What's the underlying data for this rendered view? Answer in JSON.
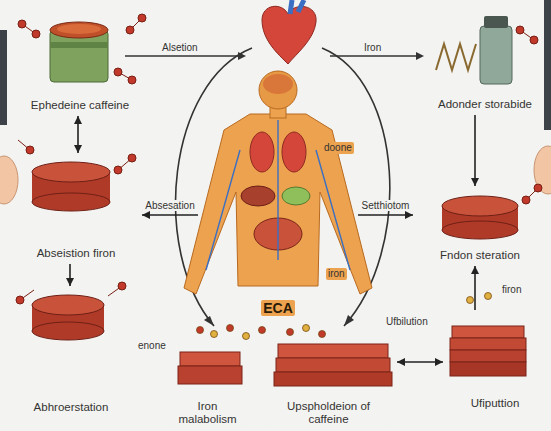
{
  "diagram": {
    "nodes": [
      {
        "text": [
          "Ephedeine caffeine"
        ]
      },
      {
        "text": [
          "Adonder storabide"
        ]
      },
      {
        "text": [
          "ECA"
        ]
      },
      {
        "text": [
          "Abseistion firon"
        ]
      },
      {
        "text": [
          "Fndon steration"
        ]
      },
      {
        "text": [
          "Abhroerstation"
        ]
      },
      {
        "text": [
          "Iron malabolism"
        ]
      },
      {
        "text": [
          "Upspholdeion of caffeine"
        ]
      },
      {
        "text": [
          "Ufiputtion"
        ]
      }
    ],
    "edges": [
      {
        "from": 0,
        "to": 3,
        "arrow": "both"
      },
      {
        "from": 3,
        "to": 5,
        "arrow": "to"
      },
      {
        "from": 2,
        "to": 3,
        "label": "Absesation",
        "arrow": "to"
      },
      {
        "from": 2,
        "to": 4,
        "label": "Setthiotom",
        "arrow": "to"
      },
      {
        "from": 1,
        "to": 4,
        "arrow": "to"
      },
      {
        "from": 8,
        "to": 4,
        "arrow": "to"
      },
      {
        "from": 7,
        "to": 8,
        "arrow": "both"
      }
    ],
    "labels": [
      "Alsetion",
      "Iron",
      "doone",
      "iron",
      "enone",
      "firon",
      "Ufbilution"
    ]
  }
}
